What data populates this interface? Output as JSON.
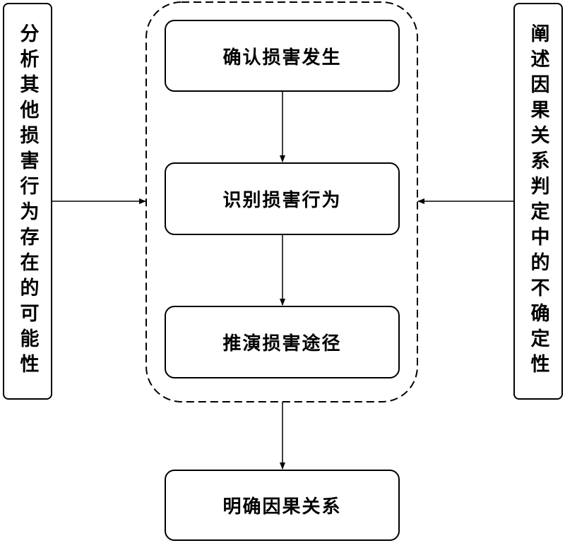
{
  "flow": {
    "confirm_damage": "确认损害发生",
    "identify_act": "识别损害行为",
    "deduce_path": "推演损害途径",
    "clarify_causality": "明确因果关系"
  },
  "side": {
    "left_text": "分析其他损害行为存在的可能性",
    "right_text": "阐述因果关系判定中的不确定性"
  },
  "colors": {
    "stroke": "#000000",
    "background": "#ffffff"
  }
}
